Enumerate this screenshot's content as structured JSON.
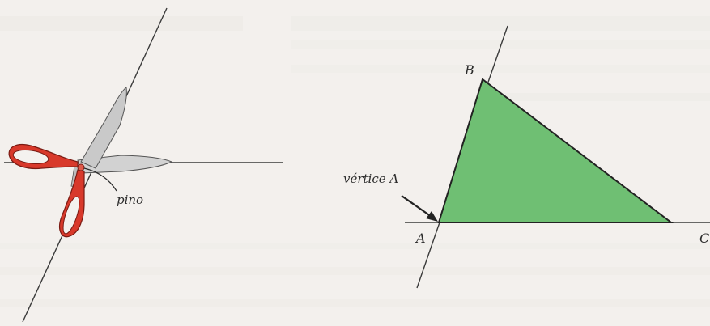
{
  "scissors_figure": {
    "label_pin": "pino",
    "handle_color": "#d8392b",
    "blade_color": "#cfcfcf"
  },
  "triangle_figure": {
    "label_B": "B",
    "label_A": "A",
    "label_C": "C",
    "label_vertex": "vértice A",
    "fill_color": "#6fbf73"
  }
}
